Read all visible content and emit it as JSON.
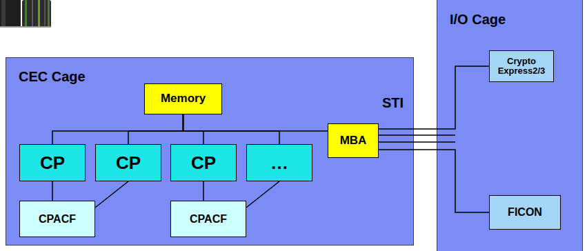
{
  "diagram": {
    "nodes": [
      {
        "text": [
          "CEC Cage"
        ]
      },
      {
        "text": [
          "Memory"
        ],
        "in": 0
      },
      {
        "text": [
          "MBA"
        ],
        "in": 0
      },
      {
        "text": [
          "CP"
        ],
        "in": 0
      },
      {
        "text": [
          "CP"
        ],
        "in": 0
      },
      {
        "text": [
          "CP"
        ],
        "in": 0
      },
      {
        "text": [
          "…"
        ],
        "in": 0
      },
      {
        "text": [
          "CPACF"
        ],
        "in": 0
      },
      {
        "text": [
          "CPACF"
        ],
        "in": 0
      },
      {
        "text": [
          "I/O Cage"
        ]
      },
      {
        "text": [
          "Crypto Express2/3"
        ],
        "in": 9
      },
      {
        "text": [
          "FICON"
        ],
        "in": 9
      }
    ],
    "edges": [
      {
        "from": 1,
        "to": 3,
        "arrow": "none"
      },
      {
        "from": 1,
        "to": 4,
        "arrow": "none"
      },
      {
        "from": 1,
        "to": 5,
        "arrow": "none"
      },
      {
        "from": 1,
        "to": 6,
        "arrow": "none"
      },
      {
        "from": 1,
        "to": 2,
        "arrow": "none"
      },
      {
        "from": 3,
        "to": 7,
        "arrow": "none"
      },
      {
        "from": 4,
        "to": 7,
        "arrow": "none"
      },
      {
        "from": 5,
        "to": 8,
        "arrow": "none"
      },
      {
        "from": 6,
        "to": 8,
        "arrow": "none"
      },
      {
        "from": 2,
        "to": 10,
        "arrow": "none"
      },
      {
        "from": 2,
        "to": 11,
        "arrow": "none"
      }
    ],
    "labels": [
      "STI"
    ]
  }
}
